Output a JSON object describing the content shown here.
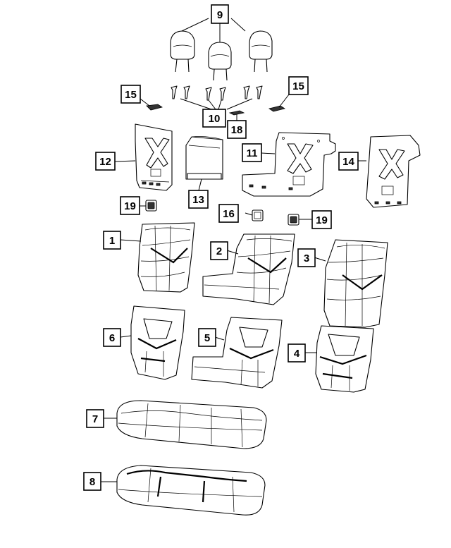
{
  "callouts": {
    "c1": "1",
    "c2": "2",
    "c3": "3",
    "c4": "4",
    "c5": "5",
    "c6": "6",
    "c7": "7",
    "c8": "8",
    "c9": "9",
    "c10": "10",
    "c11": "11",
    "c12": "12",
    "c13": "13",
    "c14": "14",
    "c15a": "15",
    "c15b": "15",
    "c16": "16",
    "c18": "18",
    "c19a": "19",
    "c19b": "19"
  }
}
